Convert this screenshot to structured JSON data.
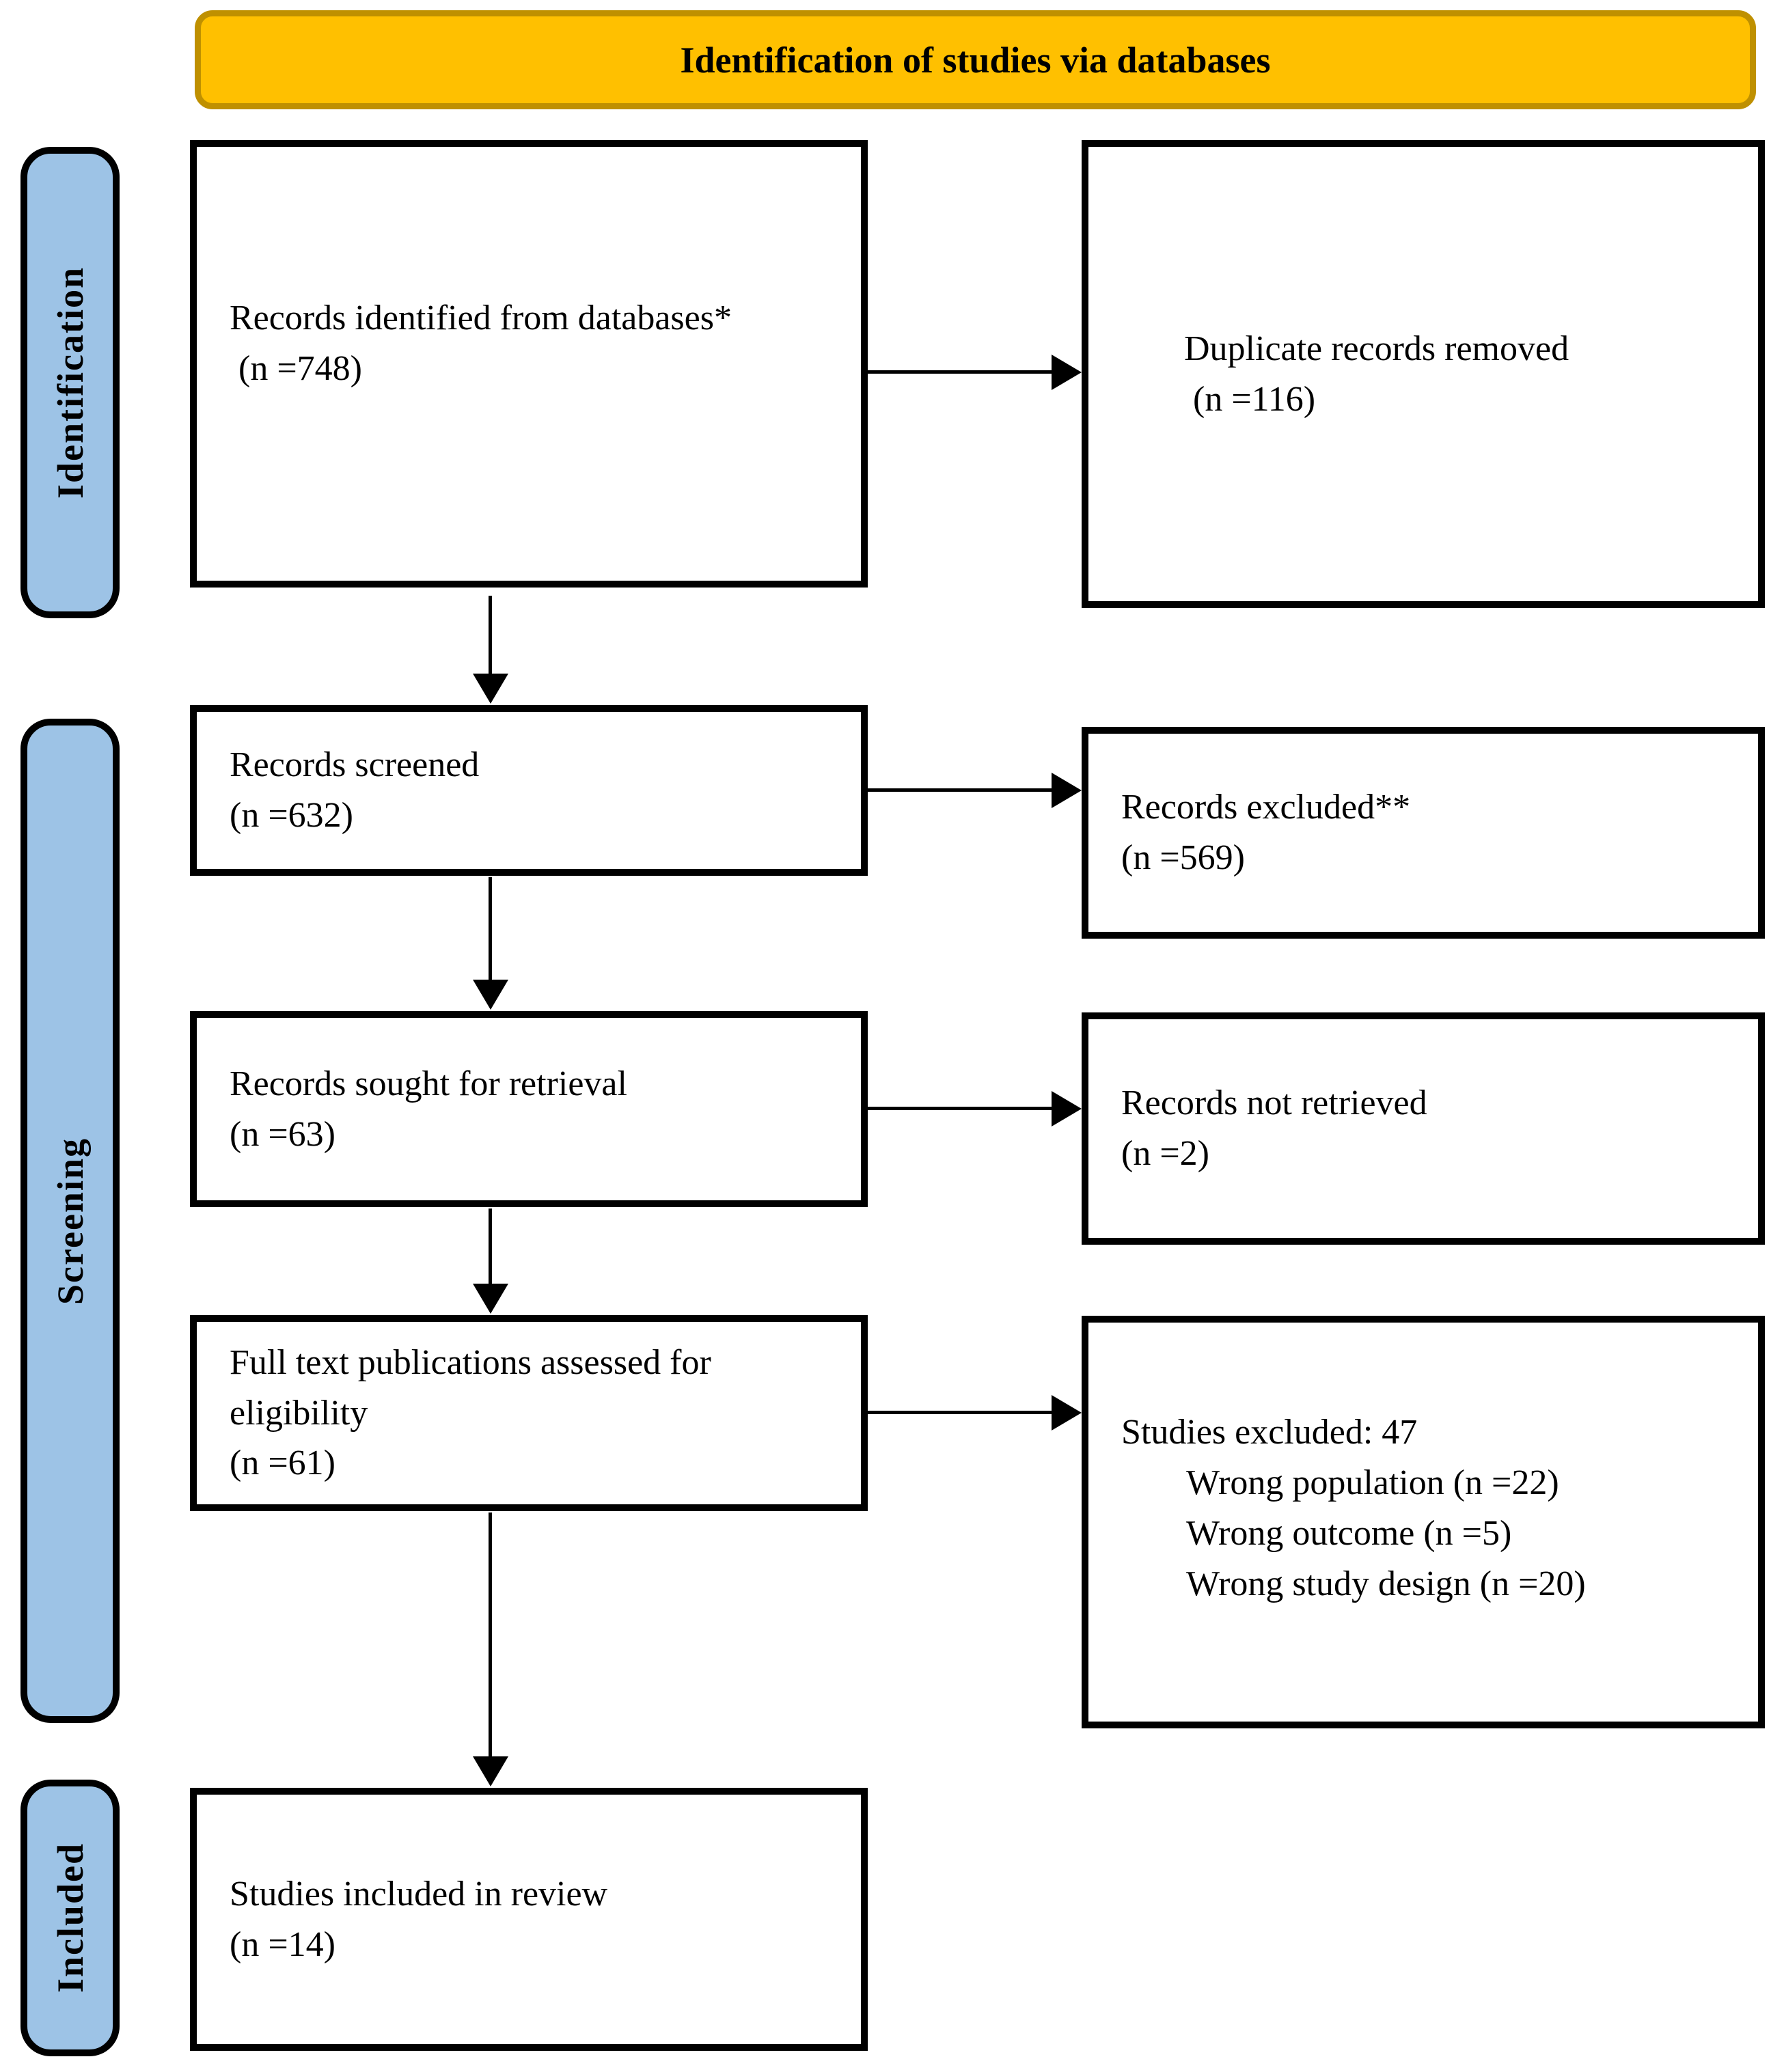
{
  "banner": {
    "title": "Identification of studies via databases"
  },
  "colors": {
    "banner_bg": "#FFC000",
    "banner_border": "#BF9000",
    "stage_bg": "#9DC3E6",
    "box_border": "#000000"
  },
  "stages": {
    "identification": "Identification",
    "screening": "Screening",
    "included": "Included"
  },
  "boxes": {
    "records_identified": {
      "line1": "Records identified from databases*",
      "line2": " (n =748)"
    },
    "duplicates_removed": {
      "line1": "Duplicate records removed",
      "line2": " (n =116)"
    },
    "records_screened": {
      "line1": "Records screened",
      "line2": "(n =632)"
    },
    "records_excluded": {
      "line1": "Records excluded**",
      "line2": "(n =569)"
    },
    "records_sought": {
      "line1": "Records sought for retrieval",
      "line2": "(n =63)"
    },
    "records_not_retrieved": {
      "line1": "Records not retrieved",
      "line2": "(n =2)"
    },
    "fulltext_assessed": {
      "line1": "Full text publications assessed for",
      "line2": "eligibility",
      "line3": "(n =61)"
    },
    "studies_excluded": {
      "title": "Studies excluded: 47",
      "items": [
        "Wrong population (n =22)",
        "Wrong outcome (n =5)",
        "Wrong study design (n =20)"
      ]
    },
    "studies_included": {
      "line1": "Studies included in review",
      "line2": "(n =14)"
    }
  }
}
